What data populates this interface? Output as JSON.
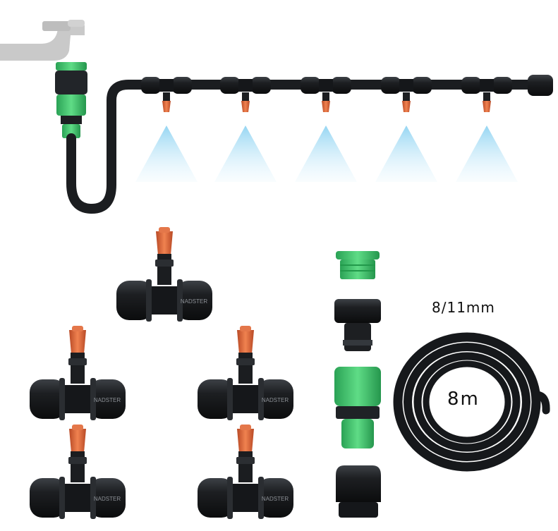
{
  "labels": {
    "tube_size": "8/11mm",
    "tube_length": "8m",
    "brand_mark": "NADSTER"
  },
  "colors": {
    "faucet": "#c9c9c9",
    "connector_green": "#3cc16a",
    "connector_dark": "#1e2124",
    "pipe_black": "#1a1c1f",
    "nozzle_orange": "#e0663a",
    "spray_blue": "#8fd3f2"
  },
  "icons": {
    "faucet": "faucet-icon",
    "spray": "spray-cone-icon"
  }
}
